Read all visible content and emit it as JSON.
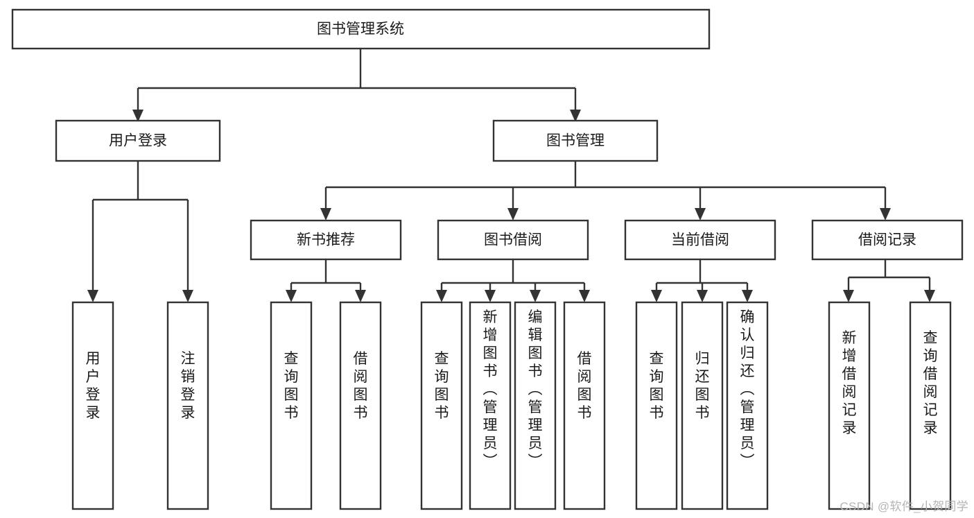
{
  "diagram": {
    "title": "图书管理系统",
    "background_color": "#ffffff",
    "line_color": "#333333",
    "box_fill": "#ffffff",
    "text_color": "#1a1a1a",
    "watermark": "CSDN @软件_小贺同学",
    "watermark_color": "#b5b5b5",
    "levels": {
      "level1": [
        {
          "id": "root",
          "label": "图书管理系统"
        }
      ],
      "level2": [
        {
          "id": "user-login",
          "label": "用户登录"
        },
        {
          "id": "book-manage",
          "label": "图书管理"
        }
      ],
      "level3": [
        {
          "id": "new-book-recommend",
          "label": "新书推荐",
          "parent": "book-manage"
        },
        {
          "id": "book-borrow",
          "label": "图书借阅",
          "parent": "book-manage"
        },
        {
          "id": "current-borrow",
          "label": "当前借阅",
          "parent": "book-manage"
        },
        {
          "id": "borrow-record",
          "label": "借阅记录",
          "parent": "book-manage"
        }
      ],
      "level4": [
        {
          "id": "leaf-user-login",
          "label": "用户登录",
          "parent": "user-login"
        },
        {
          "id": "leaf-logout-login",
          "label": "注销登录",
          "parent": "user-login"
        },
        {
          "id": "leaf-query-book-1",
          "label": "查询图书",
          "parent": "new-book-recommend"
        },
        {
          "id": "leaf-borrow-book-1",
          "label": "借阅图书",
          "parent": "new-book-recommend"
        },
        {
          "id": "leaf-query-book-2",
          "label": "查询图书",
          "parent": "book-borrow"
        },
        {
          "id": "leaf-add-book",
          "label": "新增图书（管理员）",
          "parent": "book-borrow"
        },
        {
          "id": "leaf-edit-book",
          "label": "编辑图书（管理员）",
          "parent": "book-borrow"
        },
        {
          "id": "leaf-borrow-book-2",
          "label": "借阅图书",
          "parent": "book-borrow"
        },
        {
          "id": "leaf-query-book-3",
          "label": "查询图书",
          "parent": "current-borrow"
        },
        {
          "id": "leaf-return-book",
          "label": "归还图书",
          "parent": "current-borrow"
        },
        {
          "id": "leaf-confirm-return",
          "label": "确认归还（管理员）",
          "parent": "current-borrow"
        },
        {
          "id": "leaf-add-record",
          "label": "新增借阅记录",
          "parent": "borrow-record"
        },
        {
          "id": "leaf-query-record",
          "label": "查询借阅记录",
          "parent": "borrow-record"
        }
      ]
    }
  }
}
